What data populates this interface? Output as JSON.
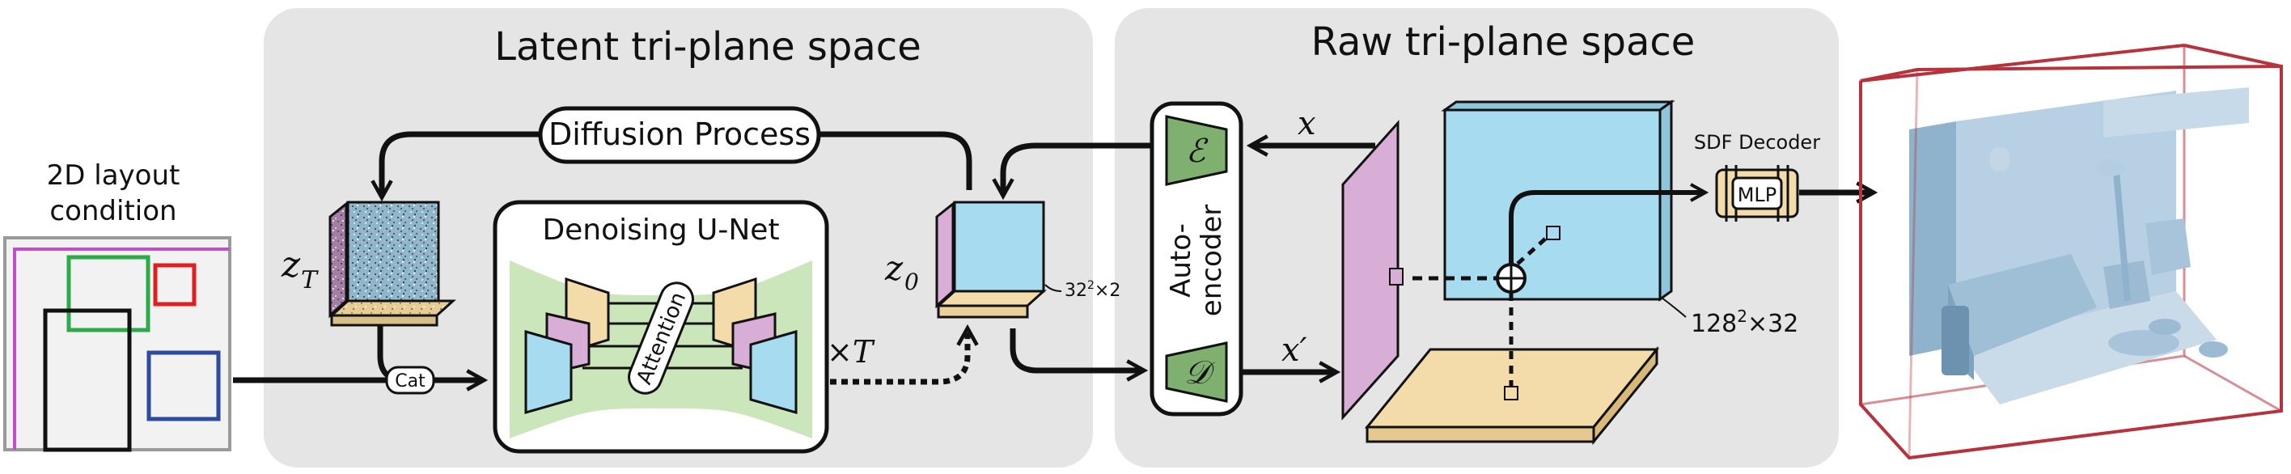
{
  "panels": {
    "latent": {
      "title": "Latent tri-plane space"
    },
    "raw": {
      "title": "Raw tri-plane space"
    }
  },
  "layout_condition": {
    "line1": "2D layout",
    "line2": "condition"
  },
  "diffusion": {
    "label": "Diffusion Process"
  },
  "unet": {
    "title": "Denoising U-Net",
    "attention": "Attention"
  },
  "cat": {
    "label": "Cat"
  },
  "symbols": {
    "zT_base": "z",
    "zT_sub": "T",
    "z0_base": "z",
    "z0_sub": "0",
    "times_T": "×T",
    "x": "x",
    "x_prime": "x′",
    "enc": "ℰ",
    "dec": "𝒟"
  },
  "autoencoder": {
    "line1": "Auto-",
    "line2": "encoder"
  },
  "latent_size": {
    "base": "32",
    "exp": "2",
    "rest": "×2"
  },
  "raw_size": {
    "base": "128",
    "exp": "2",
    "rest": "×32"
  },
  "sdf": {
    "title": "SDF Decoder",
    "mlp": "MLP"
  },
  "colors": {
    "panel_bg": "#e5e5e5",
    "plane_blue": "#a7dcf0",
    "plane_pink": "#d9aed6",
    "plane_yellow": "#f4dcaa",
    "enc_green": "#7fb06f",
    "unet_green": "#cce6bb",
    "room_blue": "#a9c8de",
    "bbox_red": "#b8323c"
  },
  "icons": [
    "noise-tri-plane-icon",
    "tri-plane-icon",
    "encoder-trapezoid-icon",
    "decoder-trapezoid-icon",
    "sdf-mlp-icon",
    "room-3d-render"
  ]
}
